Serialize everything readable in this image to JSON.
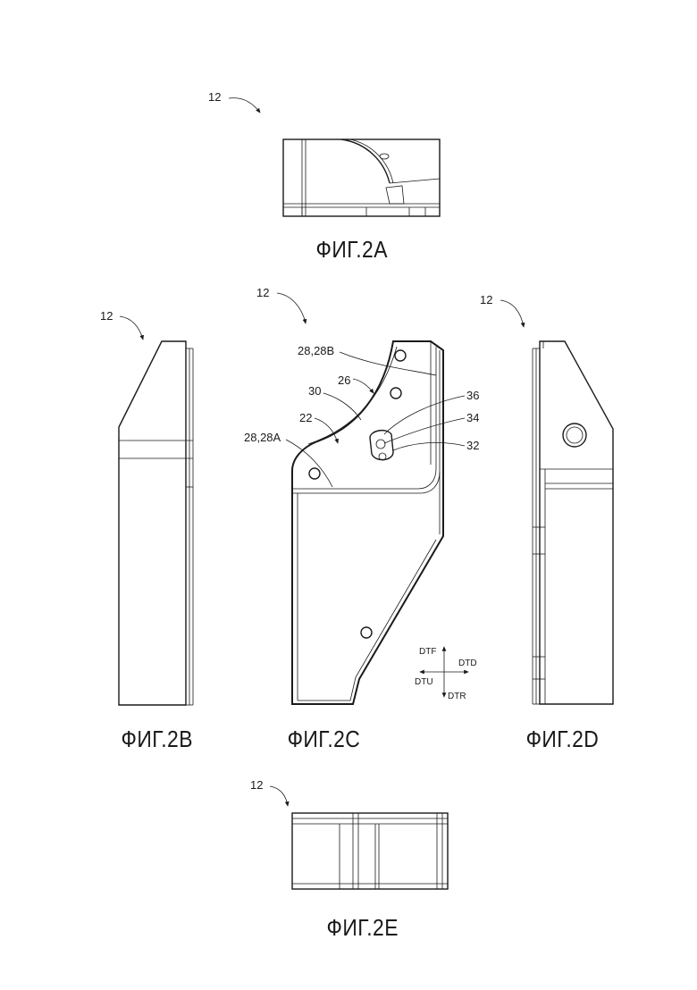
{
  "figures": {
    "fig2a": {
      "label": "ФИГ.2А",
      "ref": "12"
    },
    "fig2b": {
      "label": "ФИГ.2В",
      "ref": "12"
    },
    "fig2c": {
      "label": "ФИГ.2С",
      "ref": "12",
      "callouts": {
        "c28b": "28,28B",
        "c26": "26",
        "c30": "30",
        "c22": "22",
        "c28a": "28,28A",
        "c36": "36",
        "c34": "34",
        "c32": "32"
      },
      "directions": {
        "dtf": "DTF",
        "dtd": "DTD",
        "dtu": "DTU",
        "dtr": "DTR"
      }
    },
    "fig2d": {
      "label": "ФИГ.2D",
      "ref": "12"
    },
    "fig2e": {
      "label": "ФИГ.2Е",
      "ref": "12"
    }
  }
}
